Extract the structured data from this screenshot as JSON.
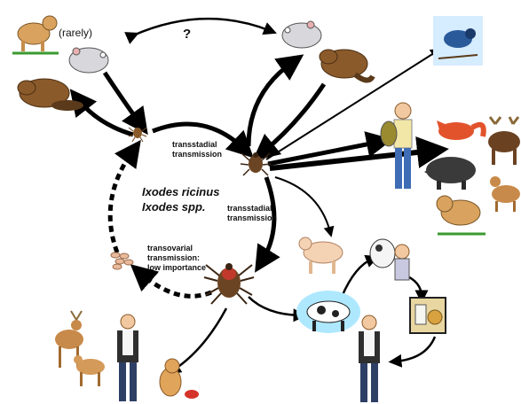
{
  "labels": {
    "rarely": "(rarely)",
    "question": "?",
    "transstadial_top": [
      "transstadial",
      "transmission"
    ],
    "transstadial_right": [
      "transstadial",
      "transmission"
    ],
    "transovarial": [
      "transovarial",
      "transmission:",
      "low importance"
    ],
    "species": [
      "Ixodes ricinus",
      "Ixodes spp."
    ]
  },
  "colors": {
    "arrow": "#000000",
    "tick_body": "#6b4423",
    "tick_scutum": "#c0392b",
    "cow_highlight": "#aee8ff"
  },
  "icons": {
    "top_left": [
      "dog-icon",
      "rodent-icon",
      "beaver-icon"
    ],
    "top_center": [
      "rodent-icon",
      "beaver-icon"
    ],
    "right": [
      "bird-icon",
      "hiker-icon",
      "fox-icon",
      "moose-icon",
      "boar-icon",
      "dog-icon",
      "deer-icon"
    ],
    "middle_right": [
      "goat-icon",
      "cow-milking-icon",
      "cow-icon",
      "milk-products-icon"
    ],
    "bottom": [
      "deer-icon",
      "fawn-icon",
      "man-icon",
      "dog-icon",
      "man-icon"
    ],
    "ticks": [
      "larva-tick-icon",
      "nymph-tick-icon",
      "adult-tick-icon",
      "eggs-icon"
    ]
  }
}
